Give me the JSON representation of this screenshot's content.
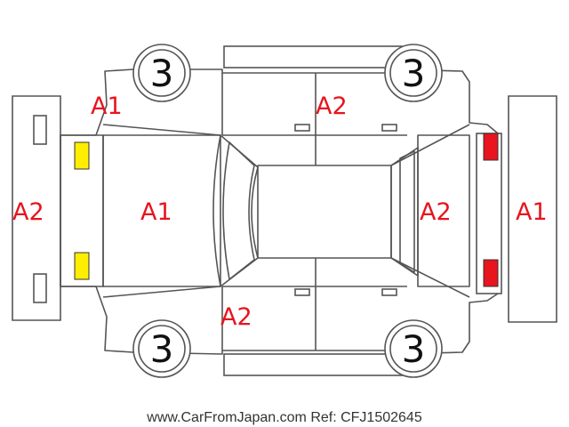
{
  "diagram": {
    "zones": {
      "front_bumper": "A2",
      "hood": "A1",
      "front_left_fender": "A1",
      "left_doors": "A2",
      "right_doors": "A2",
      "trunk": "A2",
      "rear_bumper": "A1"
    },
    "tires": {
      "front_left": "3",
      "rear_left": "3",
      "front_right": "3",
      "rear_right": "3"
    },
    "lamps": {
      "front_color": "#ffee00",
      "rear_color": "#e8141e"
    },
    "label_color": "#e8141e",
    "footer": "www.CarFromJapan.com Ref: CFJ1502645"
  }
}
